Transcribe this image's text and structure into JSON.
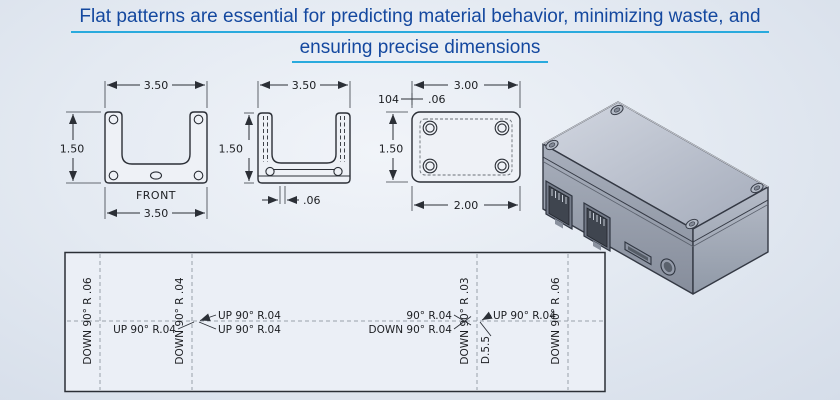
{
  "title": {
    "line1": "Flat patterns are essential for predicting material behavior, minimizing waste, and",
    "line2": "ensuring precise dimensions"
  },
  "orthographic_views": {
    "front": {
      "label": "FRONT",
      "width_top": "3.50",
      "height": "1.50",
      "width_bottom": "3.50"
    },
    "side": {
      "width_top": "3.50",
      "height": "1.50",
      "thickness": ".06"
    },
    "top": {
      "width_top": "3.00",
      "offset_left": "104",
      "offset_right": ".06",
      "height": "1.50",
      "width_bottom": "2.00"
    }
  },
  "flat_pattern": {
    "bend_lines": [
      "DOWN 90° R .06",
      "DOWN 90° R .04",
      "DOWN 90° R .03",
      "DOWN 90° R .06"
    ],
    "callouts": {
      "left_up": "UP 90° R.04",
      "center_up_top": "UP 90° R.04",
      "center_up_bottom": "UP 90° R.04",
      "right_bend": "90° R.04",
      "right_down": "DOWN 90° R.04",
      "right_up": "UP 90° R.04",
      "hole_note": "D.5.5"
    }
  },
  "colors": {
    "title_text": "#14489f",
    "title_underline": "#29aadd",
    "line": "#2b2f36",
    "bend_dash": "#98a0ab"
  }
}
